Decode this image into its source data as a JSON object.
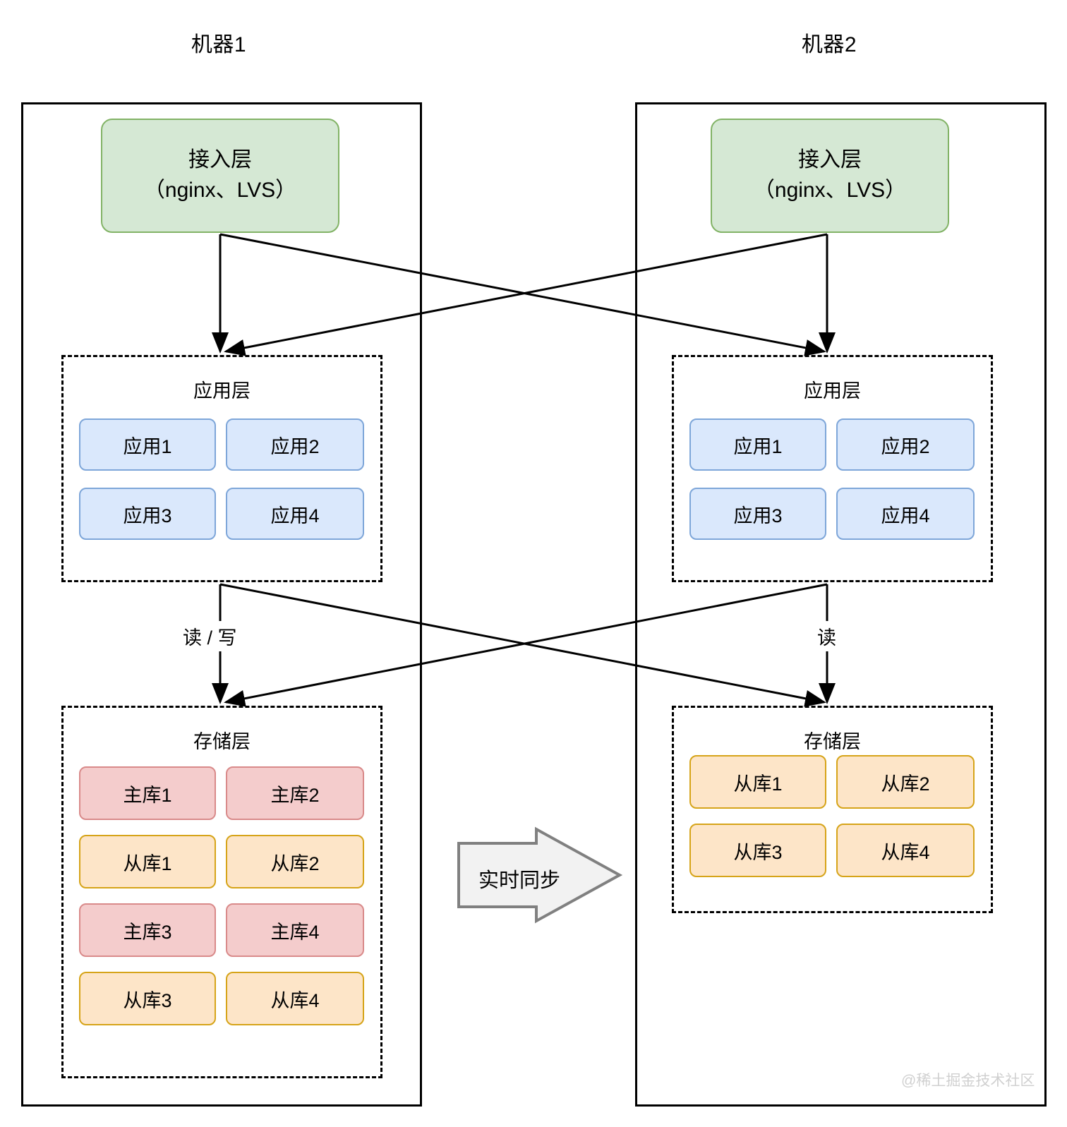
{
  "diagram": {
    "title_left": "机器1",
    "title_right": "机器2",
    "watermark": "@稀土掘金技术社区"
  },
  "machine1": {
    "access_layer": {
      "line1": "接入层",
      "line2": "（nginx、LVS）"
    },
    "app_layer": {
      "caption": "应用层",
      "nodes": [
        {
          "label": "应用1"
        },
        {
          "label": "应用2"
        },
        {
          "label": "应用3"
        },
        {
          "label": "应用4"
        }
      ]
    },
    "storage_layer": {
      "caption": "存储层",
      "nodes": [
        {
          "label": "主库1",
          "kind": "master"
        },
        {
          "label": "主库2",
          "kind": "master"
        },
        {
          "label": "从库1",
          "kind": "slave"
        },
        {
          "label": "从库2",
          "kind": "slave"
        },
        {
          "label": "主库3",
          "kind": "master"
        },
        {
          "label": "主库4",
          "kind": "master"
        },
        {
          "label": "从库3",
          "kind": "slave"
        },
        {
          "label": "从库4",
          "kind": "slave"
        }
      ]
    },
    "edge_label": "读 / 写"
  },
  "machine2": {
    "access_layer": {
      "line1": "接入层",
      "line2": "（nginx、LVS）"
    },
    "app_layer": {
      "caption": "应用层",
      "nodes": [
        {
          "label": "应用1"
        },
        {
          "label": "应用2"
        },
        {
          "label": "应用3"
        },
        {
          "label": "应用4"
        }
      ]
    },
    "storage_layer": {
      "caption": "存储层",
      "nodes": [
        {
          "label": "从库1",
          "kind": "slave"
        },
        {
          "label": "从库2",
          "kind": "slave"
        },
        {
          "label": "从库3",
          "kind": "slave"
        },
        {
          "label": "从库4",
          "kind": "slave"
        }
      ]
    },
    "edge_label": "读"
  },
  "sync": {
    "label": "实时同步",
    "direction": "right"
  },
  "colors": {
    "access_fill": "#d5e8d4",
    "access_stroke": "#82b366",
    "app_fill": "#dae8fc",
    "app_stroke": "#7ea6d9",
    "master_fill": "#f4cccc",
    "master_stroke": "#d98a8a",
    "slave_fill": "#fde5c8",
    "slave_stroke": "#d6a419",
    "sync_fill": "#f2f2f2",
    "sync_stroke": "#808080",
    "line": "#000000"
  }
}
